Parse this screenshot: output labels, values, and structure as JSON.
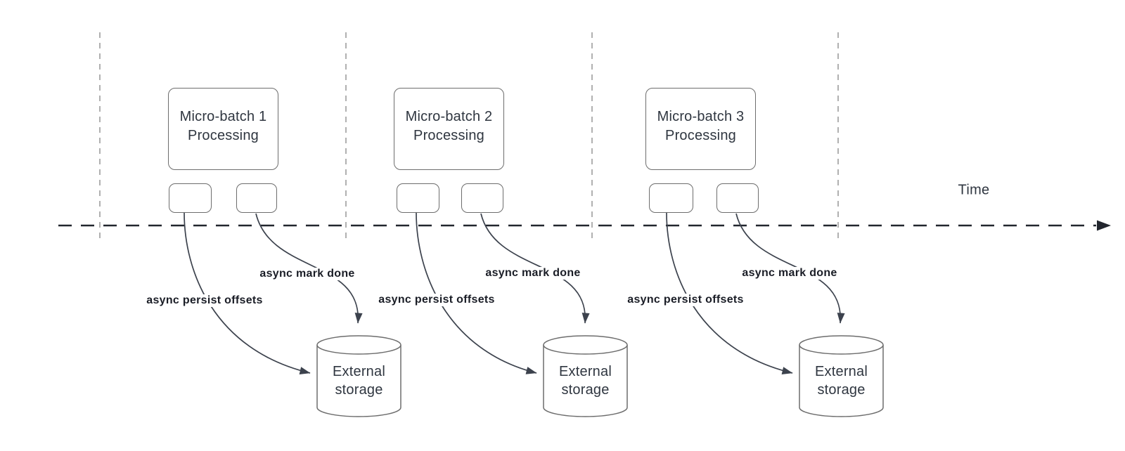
{
  "axis": {
    "label": "Time"
  },
  "batches": [
    {
      "title_line1": "Micro-batch 1",
      "title_line2": "Processing",
      "persist_label": "async persist offsets",
      "done_label": "async mark done",
      "storage_line1": "External",
      "storage_line2": "storage"
    },
    {
      "title_line1": "Micro-batch 2",
      "title_line2": "Processing",
      "persist_label": "async persist offsets",
      "done_label": "async mark done",
      "storage_line1": "External",
      "storage_line2": "storage"
    },
    {
      "title_line1": "Micro-batch 3",
      "title_line2": "Processing",
      "persist_label": "async persist offsets",
      "done_label": "async mark done",
      "storage_line1": "External",
      "storage_line2": "storage"
    }
  ],
  "colors": {
    "shape-stroke": "#6d6d6d",
    "edge-stroke": "#3c424d",
    "guide-stroke": "#b0b0b0",
    "axis-stroke": "#22262e",
    "text-color": "#2f3640",
    "edge-label-color": "#1a1d26",
    "canvas-bg": "#ffffff"
  }
}
